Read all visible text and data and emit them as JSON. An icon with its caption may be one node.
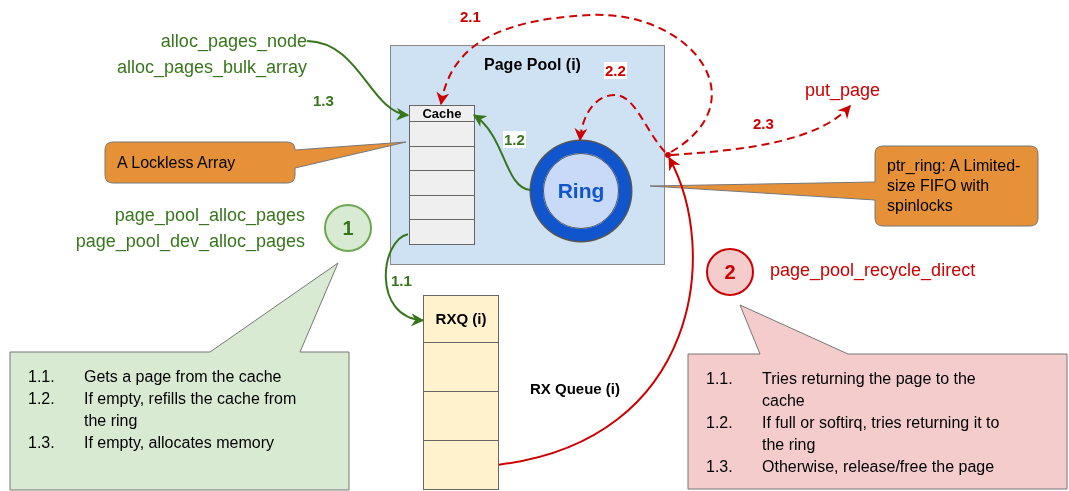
{
  "diagram": {
    "nodes": [
      {
        "text": [
          "Page Pool (i)"
        ]
      },
      {
        "text": [
          "Cache"
        ],
        "in": 0
      },
      {
        "text": [
          "Ring"
        ],
        "in": 0
      },
      {
        "text": [
          "alloc_pages_node",
          "alloc_pages_bulk_array"
        ]
      },
      {
        "text": [
          "RXQ (i)"
        ],
        "beside": [
          "RX Queue (i)"
        ]
      },
      {
        "text": [
          "put_page"
        ]
      },
      {
        "text": [
          "A Lockless Array"
        ]
      },
      {
        "text": [
          "ptr_ring: A Limited-size FIFO with spinlocks"
        ]
      },
      {
        "text": [
          "1"
        ],
        "beside": [
          "page_pool_alloc_pages",
          "page_pool_dev_alloc_pages"
        ]
      },
      {
        "text": [
          "1.1.",
          "Gets a page from the cache",
          "1.2.",
          "If empty, refills the cache from the ring",
          "1.3.",
          "If empty, allocates memory"
        ]
      },
      {
        "text": [
          "2"
        ],
        "beside": [
          "page_pool_recycle_direct"
        ]
      },
      {
        "text": [
          "1.1.",
          "Tries returning the page to the cache",
          "1.2.",
          "If full or softirq, tries returning it to the ring",
          "1.3.",
          "Otherwise, release/free the page"
        ]
      },
      {
        "text": [],
        "shape": "point"
      }
    ],
    "edges": [
      {
        "from": 3,
        "to": 1,
        "arrow": "to",
        "label": "1.3",
        "color": "#38761d"
      },
      {
        "from": 2,
        "to": 1,
        "arrow": "to",
        "label": "1.2",
        "color": "#38761d"
      },
      {
        "from": 1,
        "to": 4,
        "arrow": "to",
        "label": "1.1",
        "color": "#38761d"
      },
      {
        "from": 4,
        "to": 12,
        "arrow": "to",
        "color": "#cc0000"
      },
      {
        "from": 12,
        "to": 1,
        "arrow": "to",
        "label": "2.1",
        "style": "dashed",
        "color": "#cc0000"
      },
      {
        "from": 12,
        "to": 2,
        "arrow": "to",
        "label": "2.2",
        "style": "dashed",
        "color": "#cc0000"
      },
      {
        "from": 12,
        "to": 5,
        "arrow": "to",
        "label": "2.3",
        "style": "dashed",
        "color": "#cc0000"
      }
    ]
  }
}
